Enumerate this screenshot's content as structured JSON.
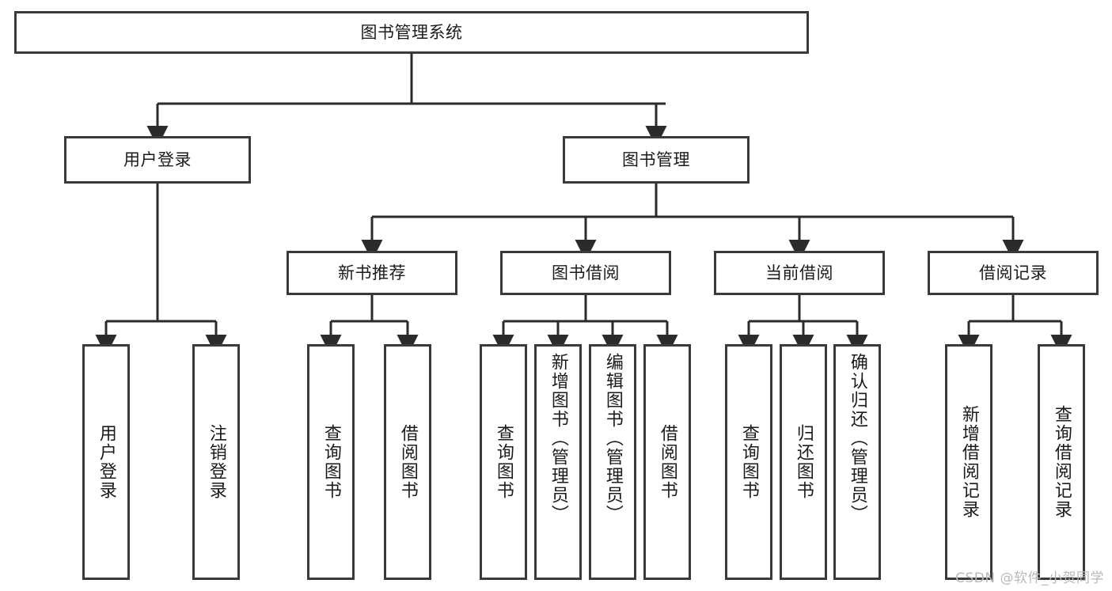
{
  "diagram": {
    "title": "图书管理系统",
    "type": "function-structure-tree",
    "watermark": "CSDN @软件_小贺同学",
    "colors": {
      "background": "#ffffff",
      "box_border": "#3a3a3a",
      "box_fill": "#ffffff",
      "connector": "#2b2b2b",
      "text": "#1b1b1b",
      "watermark": "#b9b9b9"
    },
    "root": {
      "label": "图书管理系统"
    },
    "level2": [
      {
        "label": "用户登录"
      },
      {
        "label": "图书管理"
      }
    ],
    "level3": [
      {
        "label": "新书推荐"
      },
      {
        "label": "图书借阅"
      },
      {
        "label": "当前借阅"
      },
      {
        "label": "借阅记录"
      }
    ],
    "leaves": {
      "user_login": [
        {
          "label": "用户登录"
        },
        {
          "label": "注销登录"
        }
      ],
      "new_book_recommend": [
        {
          "label": "查询图书"
        },
        {
          "label": "借阅图书"
        }
      ],
      "book_borrow": [
        {
          "label": "查询图书"
        },
        {
          "label": "新增图书（管理员）"
        },
        {
          "label": "编辑图书（管理员）"
        },
        {
          "label": "借阅图书"
        }
      ],
      "current_borrow": [
        {
          "label": "查询图书"
        },
        {
          "label": "归还图书"
        },
        {
          "label": "确认归还（管理员）"
        }
      ],
      "borrow_record": [
        {
          "label": "新增借阅记录"
        },
        {
          "label": "查询借阅记录"
        }
      ]
    }
  }
}
